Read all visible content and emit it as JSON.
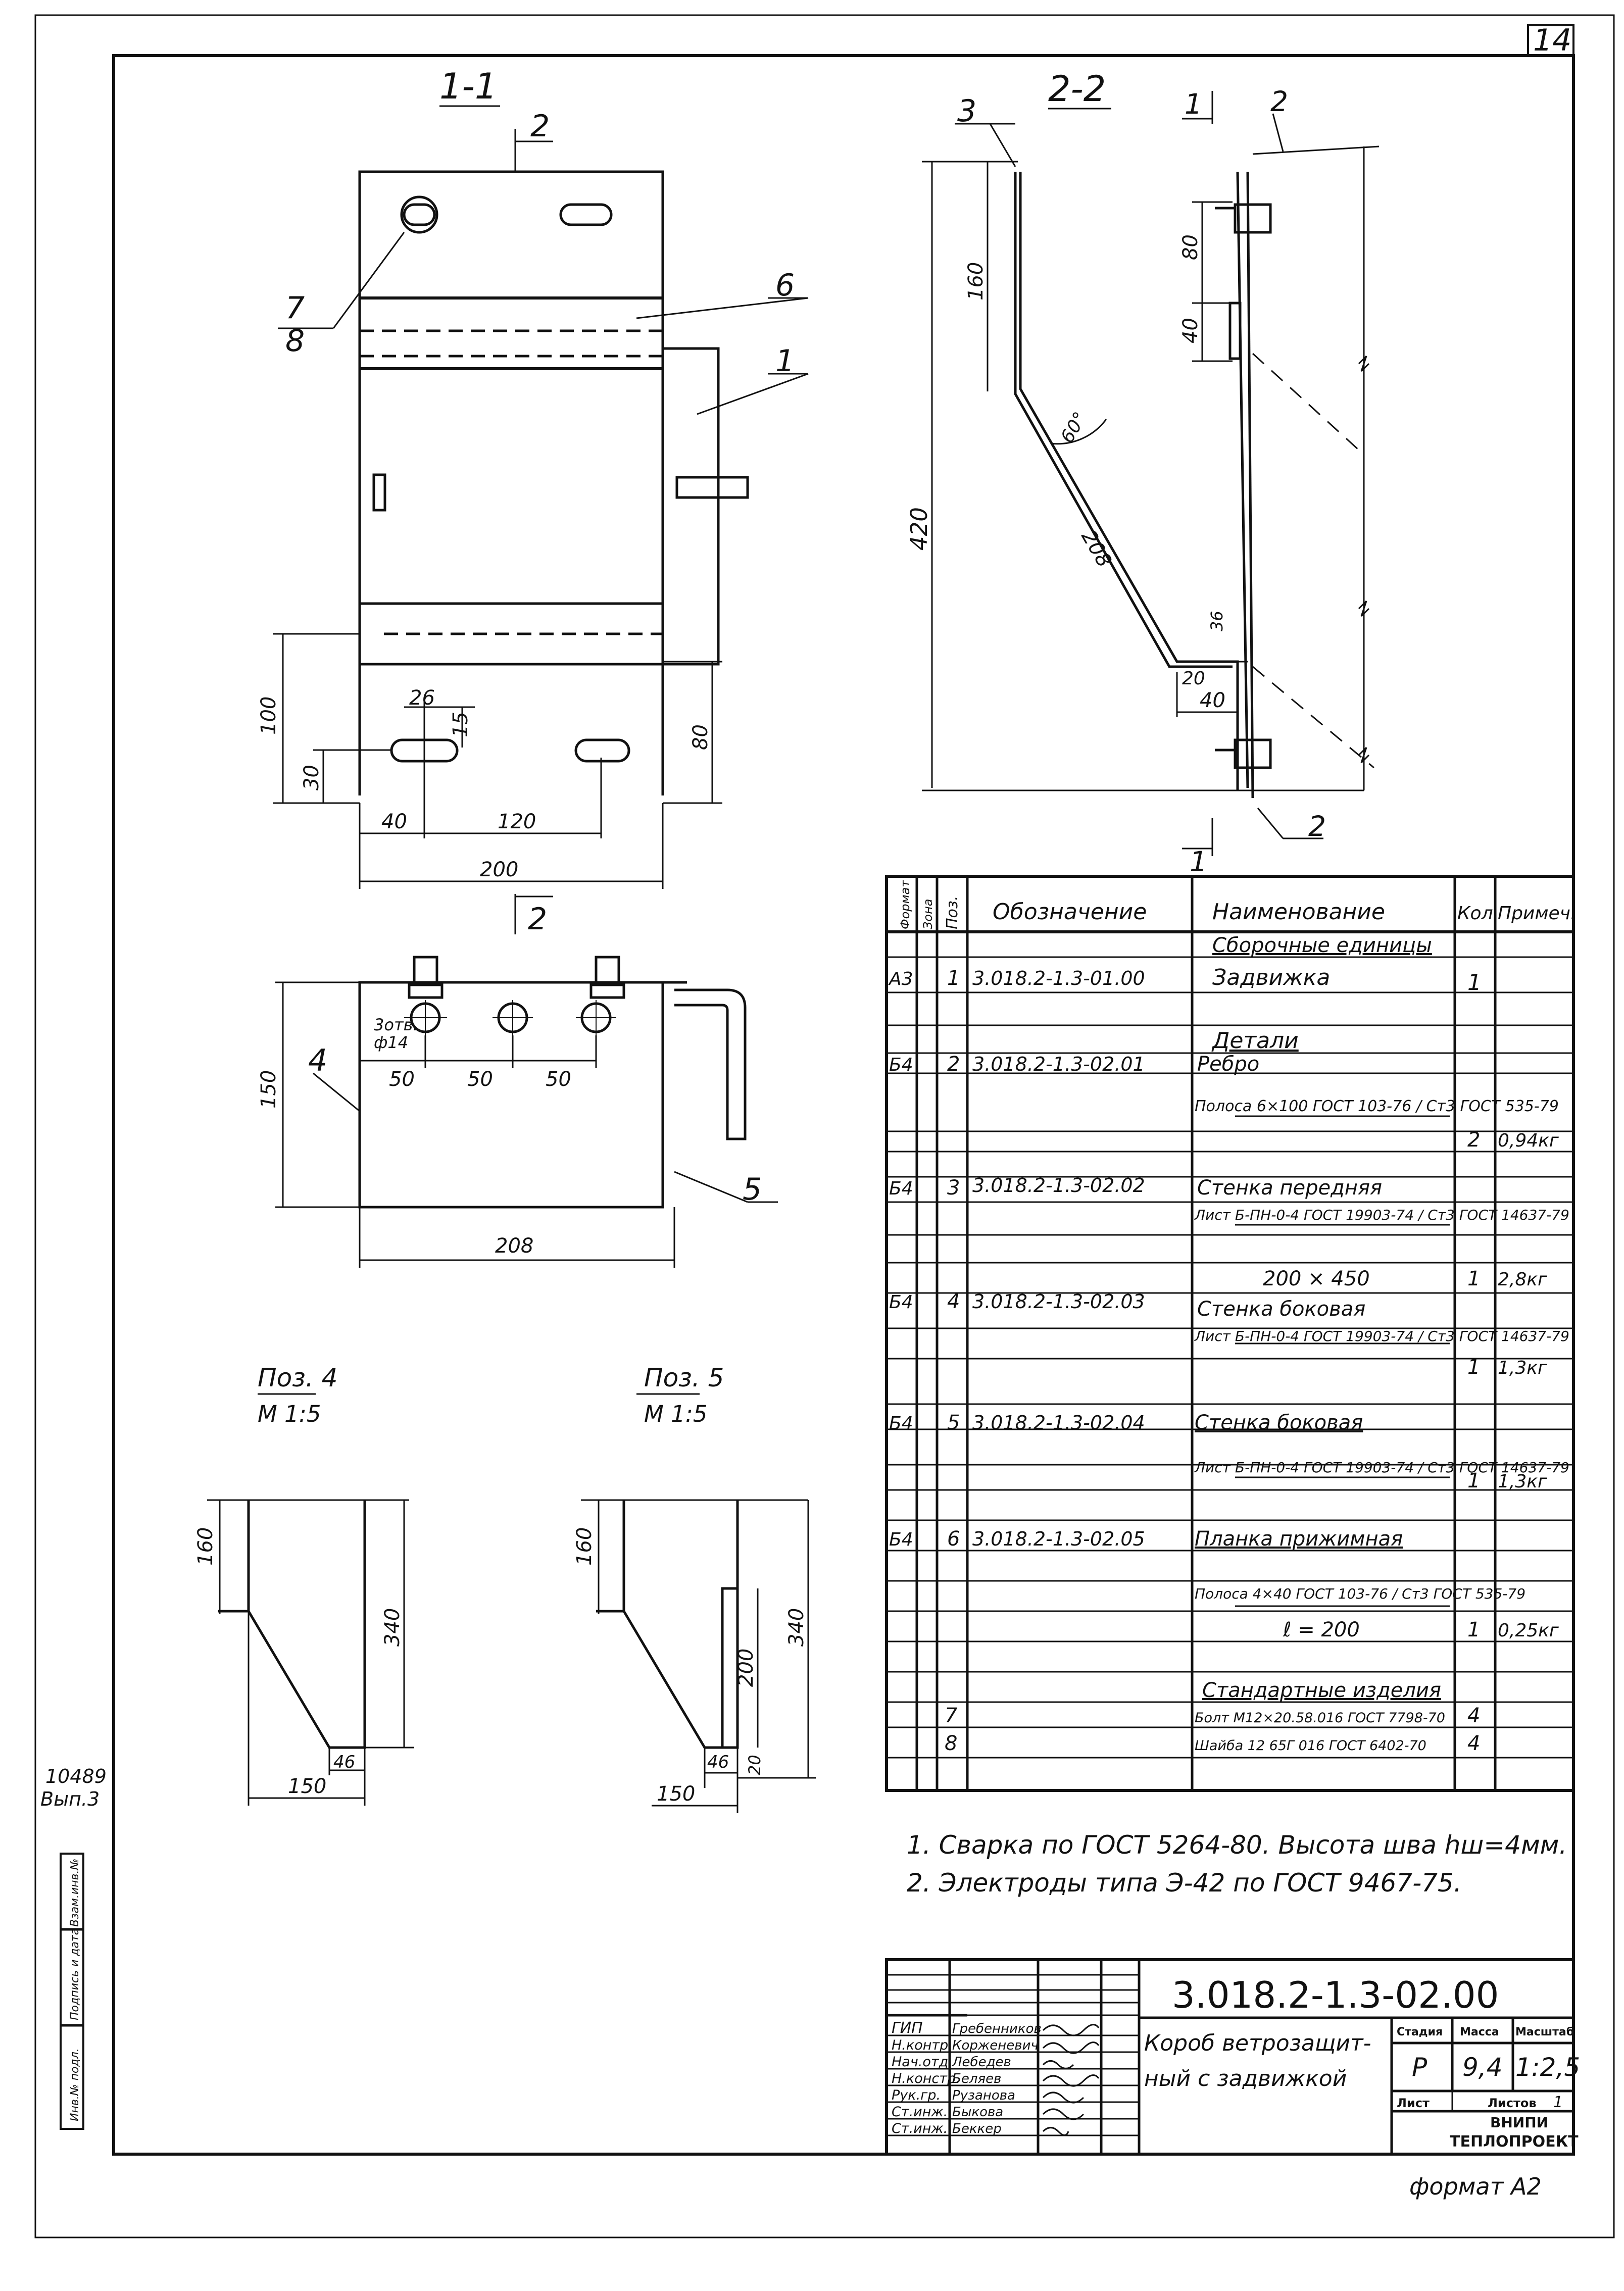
{
  "sheet": {
    "sheet_number": "14",
    "format_label": "формат А2",
    "inventory_mark": "10489",
    "volume_mark": "Вып.3"
  },
  "views": {
    "section_1_1": "1-1",
    "section_2_2": "2-2",
    "cut_marker_2": "2",
    "cut_marker_1": "1",
    "cut_marker_1b": "1",
    "pos4_title": "Поз. 4",
    "pos4_scale": "М 1:5",
    "pos5_title": "Поз. 5",
    "pos5_scale": "М 1:5",
    "holes_note": "3отв.",
    "holes_dia": "ф14"
  },
  "callouts": [
    "1",
    "2",
    "3",
    "4",
    "5",
    "6",
    "7",
    "8"
  ],
  "dimensions": {
    "v1_h100": "100",
    "v1_h30": "30",
    "v1_w26": "26",
    "v1_w15": "15",
    "v1_h80": "80",
    "v1_w40": "40",
    "v1_w120": "120",
    "v1_w200": "200",
    "v2_160": "160",
    "v2_420": "420",
    "v2_80": "80",
    "v2_40": "40",
    "v2_60deg": "60°",
    "v2_208": "208",
    "v2_36": "36",
    "v2_20": "20",
    "v2_40b": "40",
    "plan_150": "150",
    "plan_50a": "50",
    "plan_50b": "50",
    "plan_50c": "50",
    "plan_208": "208",
    "p4_160": "160",
    "p4_340": "340",
    "p4_46": "46",
    "p4_150": "150",
    "p5_160": "160",
    "p5_340": "340",
    "p5_200": "200",
    "p5_46": "46",
    "p5_20": "20",
    "p5_150": "150"
  },
  "spec_table": {
    "headers": [
      "Формат",
      "Зона",
      "Поз.",
      "Обозначение",
      "Наименование",
      "Кол.",
      "Примеч."
    ],
    "rows": [
      [
        "",
        "",
        "",
        "",
        "Сборочные единицы",
        "",
        ""
      ],
      [
        "А3",
        "",
        "1",
        "3.018.2-1.3-01.00",
        "Задвижка",
        "1",
        ""
      ],
      [
        "",
        "",
        "",
        "",
        "Детали",
        "",
        ""
      ],
      [
        "Б4",
        "",
        "2",
        "3.018.2-1.3-02.01",
        "Ребро",
        "",
        ""
      ],
      [
        "",
        "",
        "",
        "",
        "Полоса 6×100 ГОСТ 103-76 / Ст3 ГОСТ 535-79",
        "2",
        "0,94кг"
      ],
      [
        "Б4",
        "",
        "3",
        "3.018.2-1.3-02.02",
        "Стенка передняя",
        "",
        ""
      ],
      [
        "",
        "",
        "",
        "",
        "Лист Б-ПН-0-4 ГОСТ 19903-74 / Ст3 ГОСТ 14637-79",
        "",
        ""
      ],
      [
        "",
        "",
        "",
        "",
        "200 × 450",
        "1",
        "2,8кг"
      ],
      [
        "Б4",
        "",
        "4",
        "3.018.2-1.3-02.03",
        "Стенка боковая",
        "",
        ""
      ],
      [
        "",
        "",
        "",
        "",
        "Лист Б-ПН-0-4 ГОСТ 19903-74 / Ст3 ГОСТ 14637-79",
        "1",
        "1,3кг"
      ],
      [
        "Б4",
        "",
        "5",
        "3.018.2-1.3-02.04",
        "Стенка боковая",
        "",
        ""
      ],
      [
        "",
        "",
        "",
        "",
        "Лист Б-ПН-0-4 ГОСТ 19903-74 / Ст3 ГОСТ 14637-79",
        "1",
        "1,3кг"
      ],
      [
        "Б4",
        "",
        "6",
        "3.018.2-1.3-02.05",
        "Планка прижимная",
        "",
        ""
      ],
      [
        "",
        "",
        "",
        "",
        "Полоса 4×40 ГОСТ 103-76 / Ст3 ГОСТ 535-79",
        "",
        ""
      ],
      [
        "",
        "",
        "",
        "",
        "ℓ = 200",
        "1",
        "0,25кг"
      ],
      [
        "",
        "",
        "",
        "",
        "Стандартные изделия",
        "",
        ""
      ],
      [
        "",
        "",
        "7",
        "",
        "Болт М12×20.58.016 ГОСТ 7798-70",
        "4",
        ""
      ],
      [
        "",
        "",
        "8",
        "",
        "Шайба 12 65Г 016 ГОСТ 6402-70",
        "4",
        ""
      ]
    ]
  },
  "notes": [
    "1. Сварка по ГОСТ 5264-80. Высота шва hш=4мм.",
    "2. Электроды типа Э-42 по ГОСТ 9467-75."
  ],
  "title_block": {
    "designation": "3.018.2-1.3-02.00",
    "name_line1": "Короб ветрозащит-",
    "name_line2": "ный с задвижкой",
    "stage_label": "Стадия",
    "mass_label": "Масса",
    "scale_label": "Масштаб",
    "stage": "Р",
    "mass": "9,4",
    "scale": "1:2,5",
    "sheet_label": "Лист",
    "sheets_label": "Листов",
    "sheets_count": "1",
    "org_line1": "ВНИПИ",
    "org_line2": "ТЕПЛОПРОЕКТ",
    "roles": [
      "ГИП",
      "Н.контр.",
      "Нач.отд.",
      "Н.констр.",
      "Рук.гр.",
      "Ст.инж.",
      "Ст.инж."
    ],
    "people": [
      "Гребенников",
      "Корженевич",
      "Лебедев",
      "Беляев",
      "Рузанова",
      "Быкова",
      "Беккер"
    ]
  },
  "side_stamp": {
    "cells": [
      "Инв.№ подл.",
      "Подпись и дата",
      "Взам.инв.№"
    ]
  }
}
